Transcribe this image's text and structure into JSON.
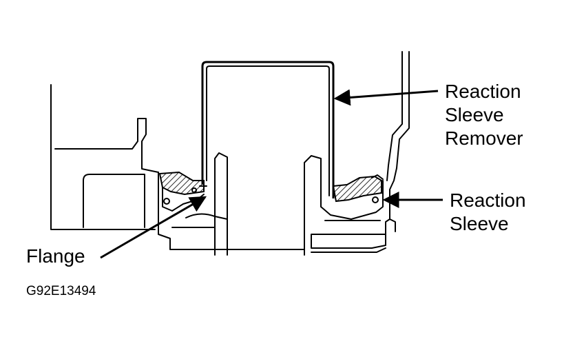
{
  "labels": {
    "remover_line1": "Reaction",
    "remover_line2": "Sleeve",
    "remover_line3": "Remover",
    "sleeve_line1": "Reaction",
    "sleeve_line2": "Sleeve",
    "flange": "Flange"
  },
  "figure_code": "G92E13494"
}
